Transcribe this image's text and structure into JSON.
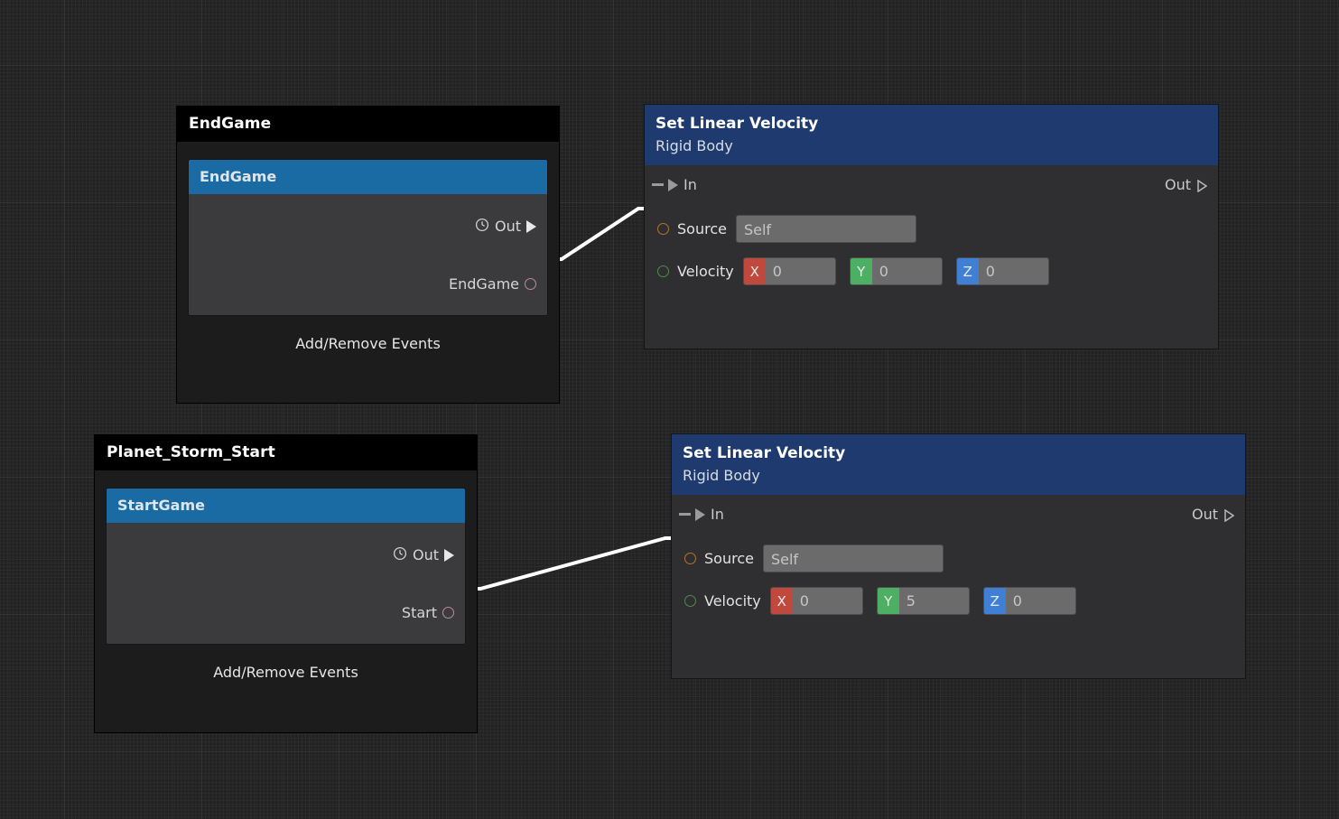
{
  "canvas": {
    "name": "visual-scripting-graph",
    "background_color": "#222222",
    "grid_major_color": "#2e2e2e",
    "grid_minor_color": "#2a2a2a"
  },
  "colors": {
    "group_title_bg": "#000000",
    "group_bg": "#1c1c1c",
    "event_header_blue": "#1a6ba3",
    "event_body_bg": "#3b3b3d",
    "action_header_navy": "#1e3a6e",
    "action_body_bg": "#2f2f31",
    "axis_x": "#c0483c",
    "axis_y": "#4caf64",
    "axis_z": "#3f7fd4",
    "wire": "#ffffff",
    "port_trigger": "#b98ba0",
    "port_source": "#b5732a",
    "port_velocity": "#4f8a4f"
  },
  "groups": [
    {
      "id": "endgame-group",
      "title": "EndGame",
      "footer_label": "Add/Remove Events",
      "event": {
        "header": "EndGame",
        "out_label": "Out",
        "out_icon": "clock-icon",
        "out_arrow_icon": "play-triangle-filled-icon",
        "trigger_label": "EndGame",
        "trigger_port_icon": "circle-port-icon"
      }
    },
    {
      "id": "planet-storm-start-group",
      "title": "Planet_Storm_Start",
      "footer_label": "Add/Remove Events",
      "event": {
        "header": "StartGame",
        "out_label": "Out",
        "out_icon": "clock-icon",
        "out_arrow_icon": "play-triangle-filled-icon",
        "trigger_label": "Start",
        "trigger_port_icon": "circle-port-icon"
      }
    }
  ],
  "action_nodes": [
    {
      "id": "set-linear-velocity-1",
      "title": "Set Linear Velocity",
      "subtitle": "Rigid Body",
      "in_label": "In",
      "out_label": "Out",
      "source": {
        "label": "Source",
        "value": "Self"
      },
      "velocity": {
        "label": "Velocity",
        "axes": [
          {
            "axis": "X",
            "value": "0"
          },
          {
            "axis": "Y",
            "value": "0"
          },
          {
            "axis": "Z",
            "value": "0"
          }
        ]
      }
    },
    {
      "id": "set-linear-velocity-2",
      "title": "Set Linear Velocity",
      "subtitle": "Rigid Body",
      "in_label": "In",
      "out_label": "Out",
      "source": {
        "label": "Source",
        "value": "Self"
      },
      "velocity": {
        "label": "Velocity",
        "axes": [
          {
            "axis": "X",
            "value": "0"
          },
          {
            "axis": "Y",
            "value": "5"
          },
          {
            "axis": "Z",
            "value": "0"
          }
        ]
      }
    }
  ],
  "connections": [
    {
      "id": "wire-endgame-to-slv1",
      "from": "endgame-group.event.out",
      "to": "set-linear-velocity-1.in"
    },
    {
      "id": "wire-startgame-to-slv2",
      "from": "planet-storm-start-group.event.out",
      "to": "set-linear-velocity-2.in"
    }
  ]
}
